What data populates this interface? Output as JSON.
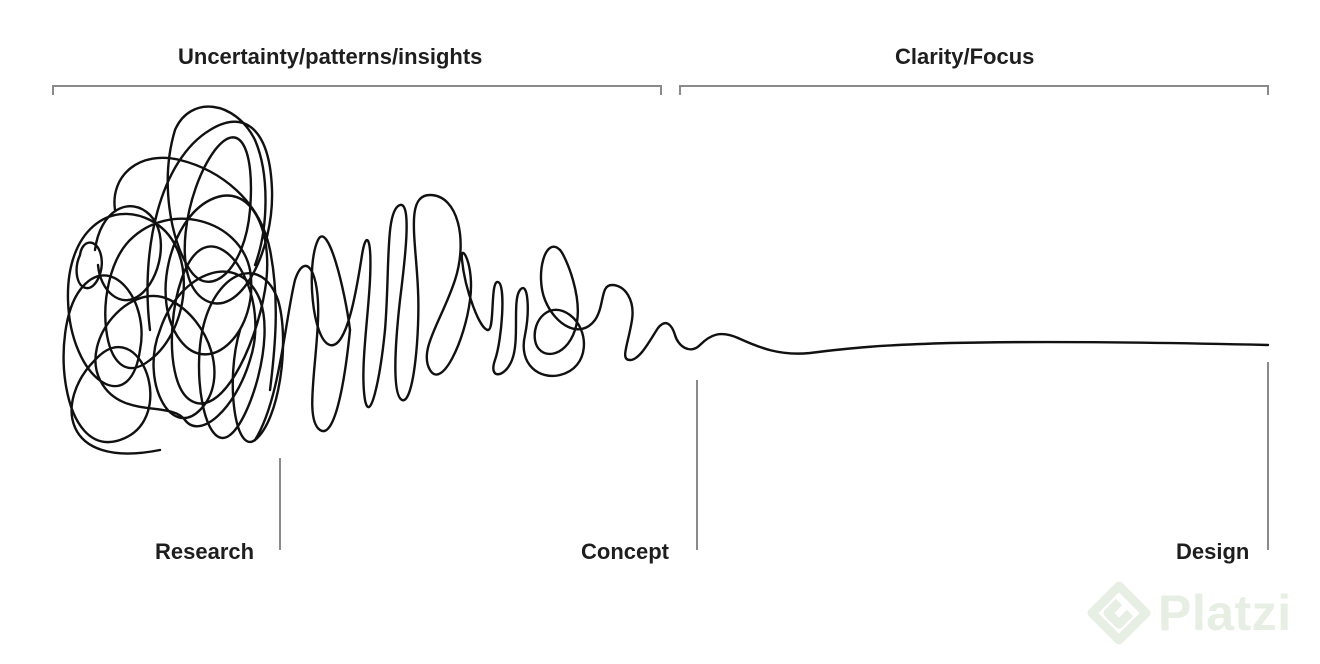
{
  "phases": {
    "uncertainty": "Uncertainty/patterns/insights",
    "clarity": "Clarity/Focus"
  },
  "stages": {
    "research": "Research",
    "concept": "Concept",
    "design": "Design"
  },
  "watermark": {
    "brand": "Platzi",
    "icon": "platzi-logo-icon"
  },
  "colors": {
    "line": "#111111",
    "bracket": "#8a8a8a",
    "text": "#1e1e1e",
    "watermark": "#e7eee3"
  }
}
